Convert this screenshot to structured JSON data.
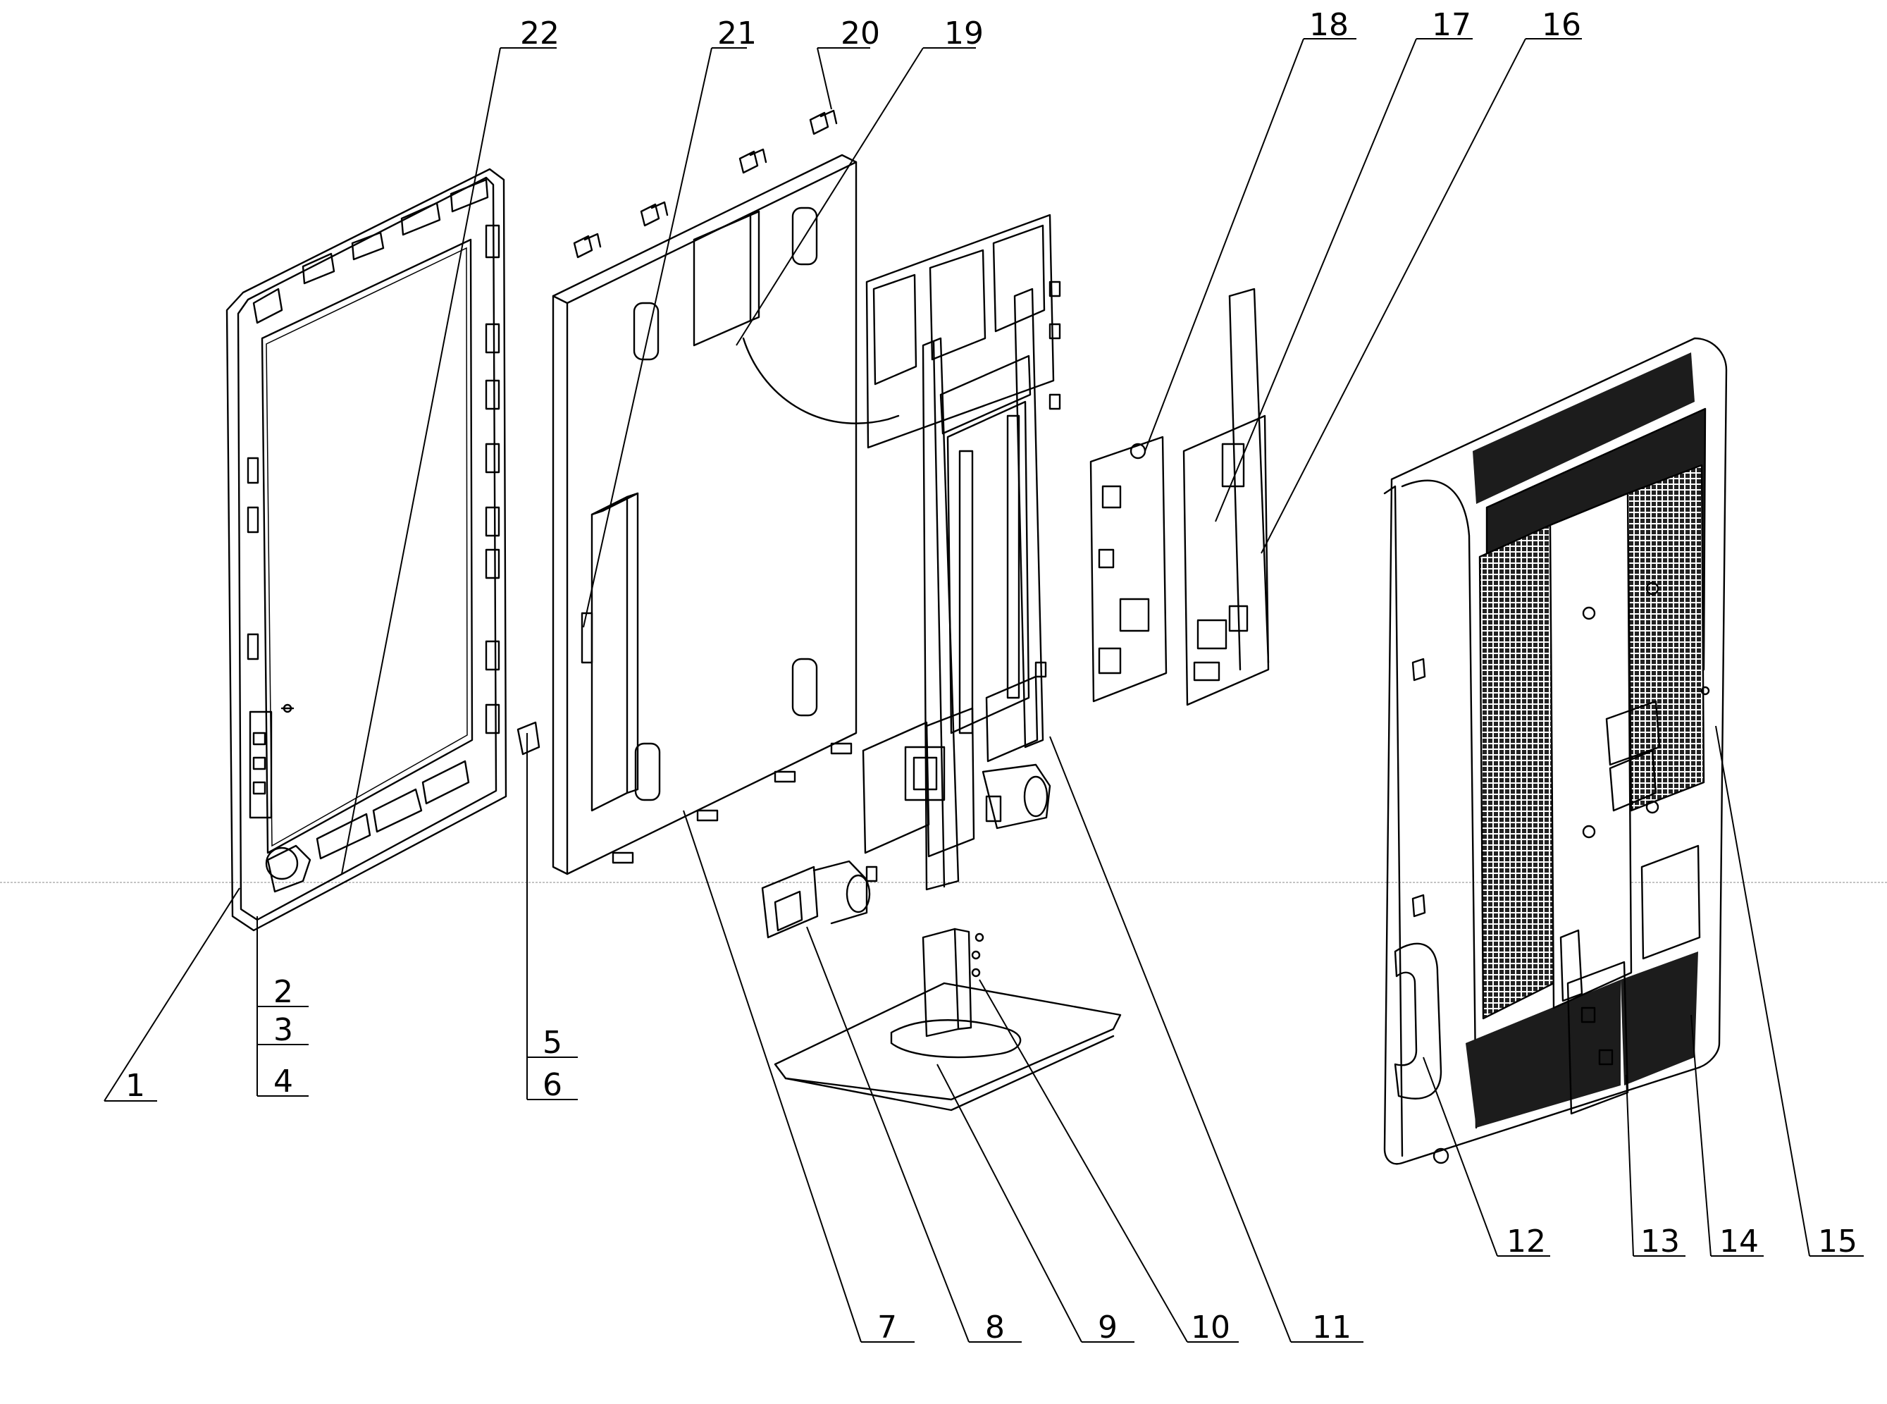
{
  "callouts": [
    {
      "id": "1",
      "text": "1"
    },
    {
      "id": "2",
      "text": "2"
    },
    {
      "id": "3",
      "text": "3"
    },
    {
      "id": "4",
      "text": "4"
    },
    {
      "id": "5",
      "text": "5"
    },
    {
      "id": "6",
      "text": "6"
    },
    {
      "id": "7",
      "text": "7"
    },
    {
      "id": "8",
      "text": "8"
    },
    {
      "id": "9",
      "text": "9"
    },
    {
      "id": "10",
      "text": "10"
    },
    {
      "id": "11",
      "text": "11"
    },
    {
      "id": "12",
      "text": "12"
    },
    {
      "id": "13",
      "text": "13"
    },
    {
      "id": "14",
      "text": "14"
    },
    {
      "id": "15",
      "text": "15"
    },
    {
      "id": "16",
      "text": "16"
    },
    {
      "id": "17",
      "text": "17"
    },
    {
      "id": "18",
      "text": "18"
    },
    {
      "id": "19",
      "text": "19"
    },
    {
      "id": "20",
      "text": "20"
    },
    {
      "id": "21",
      "text": "21"
    },
    {
      "id": "22",
      "text": "22"
    }
  ]
}
